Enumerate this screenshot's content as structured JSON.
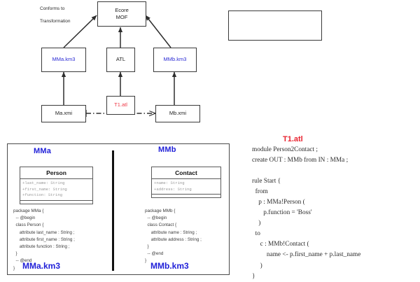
{
  "diagram": {
    "nodes": [
      {
        "id": "ecore",
        "label_lines": [
          "Ecore",
          "MOF"
        ],
        "color": "black"
      },
      {
        "id": "mma_km3",
        "label_lines": [
          "MMa.km3"
        ],
        "color": "blue"
      },
      {
        "id": "atl",
        "label_lines": [
          "ATL"
        ],
        "color": "black"
      },
      {
        "id": "mmb_km3",
        "label_lines": [
          "MMb.km3"
        ],
        "color": "blue"
      },
      {
        "id": "t1_atl",
        "label_lines": [
          "T1.atl"
        ],
        "color": "red"
      },
      {
        "id": "ma_xmi",
        "label_lines": [
          "Ma.xmi"
        ],
        "color": "black"
      },
      {
        "id": "mb_xmi",
        "label_lines": [
          "Mb.xmi"
        ],
        "color": "black"
      }
    ]
  },
  "legend": {
    "conforms_to": "Conforms to",
    "transformation": "Transformation"
  },
  "metamodels": {
    "left": {
      "title": "MMa",
      "footer": "MMa.km3",
      "uml": {
        "class_name": "Person",
        "attributes": [
          "+last_name: String",
          "+first_name: String",
          "+function: String"
        ]
      },
      "code": "package MMa {\n  -- @begin\n  class Person {\n     attribute last_name : String ;\n     attribute first_name : String ;\n     attribute function : String ;\n  }\n  -- @end\n}"
    },
    "right": {
      "title": "MMb",
      "footer": "MMb.km3",
      "uml": {
        "class_name": "Contact",
        "attributes": [
          "+name: String",
          "+address: String"
        ]
      },
      "code": "package MMb {\n  -- @begin\n  class Contact {\n     attribute name : String ;\n     attribute address : String ;\n  }\n  -- @end\n}"
    }
  },
  "transformation": {
    "title": "T1.atl",
    "code": "module Person2Contact ;\ncreate OUT : MMb from IN : MMa ;\n\nrule Start {\n  from\n    p : MMa!Person (\n       p.function = 'Boss'\n    )\n  to\n     c : MMb!Contact (\n         name <- p.first_name + p.last_name\n     )\n}"
  },
  "colors": {
    "blue": "#1f1fd8",
    "red": "#e8232f",
    "line": "#3a3a3a"
  }
}
